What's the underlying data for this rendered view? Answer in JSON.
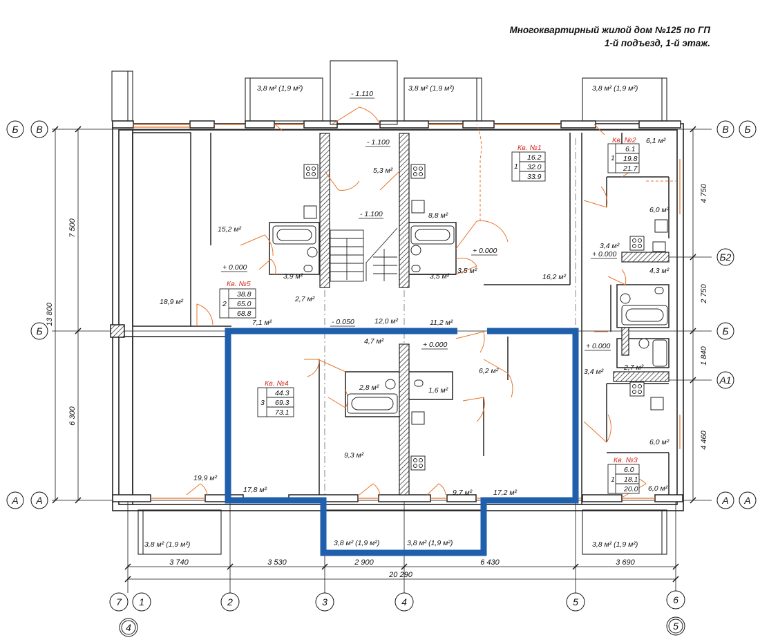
{
  "title": {
    "line1": "Многоквартирный жилой дом №125 по ГП",
    "line2": "1-й подъезд, 1-й этаж."
  },
  "axes_letters": {
    "V_left": "В",
    "B_left_outer": "Б",
    "B_mid_left": "Б",
    "A_left": "А",
    "A_left_outer": "А",
    "V_right": "В",
    "B_right_outer": "Б",
    "B2": "Б2",
    "B_mid_right": "Б",
    "A1": "А1",
    "A_right": "А",
    "A_right_outer": "А"
  },
  "axes_numbers": {
    "ax7": "7",
    "ax1": "1",
    "ax4c": "4",
    "ax2": "2",
    "ax3": "3",
    "ax4": "4",
    "ax5": "5",
    "ax6": "6",
    "ax5c": "5"
  },
  "dims_left": {
    "total": "13 800",
    "upper": "7 500",
    "lower": "6 300"
  },
  "dims_right": {
    "d1": "4 750",
    "d2": "2 750",
    "d3": "1 840",
    "d4": "4 460"
  },
  "dims_bottom": {
    "d1": "3 740",
    "d2": "3 530",
    "d3": "2 900",
    "d4": "6 430",
    "d5": "3 690",
    "total": "20 290"
  },
  "levels": {
    "l1": "- 1.110",
    "l2": "- 1.100",
    "l3": "- 1.100",
    "l4": "- 0.050",
    "l5": "+ 0.000",
    "l6": "+ 0.000",
    "l7": "+ 0.000",
    "l8": "+ 0.000",
    "l9": "+ 0.000"
  },
  "balconies": {
    "top_left": "3,8 м² (1,9 м²)",
    "top_mid": "3,8 м² (1,9 м²)",
    "top_right": "3,8 м² (1,9 м²)",
    "bot_left": "3,8 м² (1,9 м²)",
    "bot_mid_l": "3,8 м² (1,9 м²)",
    "bot_mid_r": "3,8 м² (1,9 м²)",
    "bot_right": "3,8 м² (1,9 м²)"
  },
  "rooms": {
    "r1": "15,2 м²",
    "r2": "18,9 м²",
    "r3": "3,9 м²",
    "r4": "2,7 м²",
    "r5": "7,1 м²",
    "r6": "5,3 м²",
    "r7": "8,8 м²",
    "r8": "3,5 м²",
    "r9": "3,5 м²",
    "r10": "16,2 м²",
    "r11": "6,1 м²",
    "r12": "6,0 м²",
    "r13": "3,4 м²",
    "r14": "4,3 м²",
    "r15": "12,0 м²",
    "r16": "11,2 м²",
    "r17": "4,7 м²",
    "r18": "2,8 м²",
    "r19": "1,6 м²",
    "r20": "6,2 м²",
    "r21": "3,4 м²",
    "r22": "2,7 м²",
    "r23": "9,3 м²",
    "r24": "19,9 м²",
    "r25": "17,8 м²",
    "r26": "9,7 м²",
    "r27": "17,2 м²",
    "r28": "6,0 м²",
    "r29": "6,0 м²"
  },
  "apartments": [
    {
      "name": "Кв. №1",
      "rooms": "1",
      "v1": "16.2",
      "v2": "32.0",
      "v3": "33.9"
    },
    {
      "name": "Кв. №2",
      "rooms": "1",
      "v1": "6.1",
      "v2": "19.8",
      "v3": "21.7"
    },
    {
      "name": "Кв. №3",
      "rooms": "1",
      "v1": "6.0",
      "v2": "18.1",
      "v3": "20.0"
    },
    {
      "name": "Кв. №4",
      "rooms": "3",
      "v1": "44.3",
      "v2": "69.3",
      "v3": "73.1"
    },
    {
      "name": "Кв. №5",
      "rooms": "2",
      "v1": "38.8",
      "v2": "65.0",
      "v3": "68.8"
    }
  ],
  "colors": {
    "highlight": "#1f5fab",
    "door_swing": "#e8732a",
    "apartment_label": "#d42a1e",
    "wall": "#222222"
  }
}
